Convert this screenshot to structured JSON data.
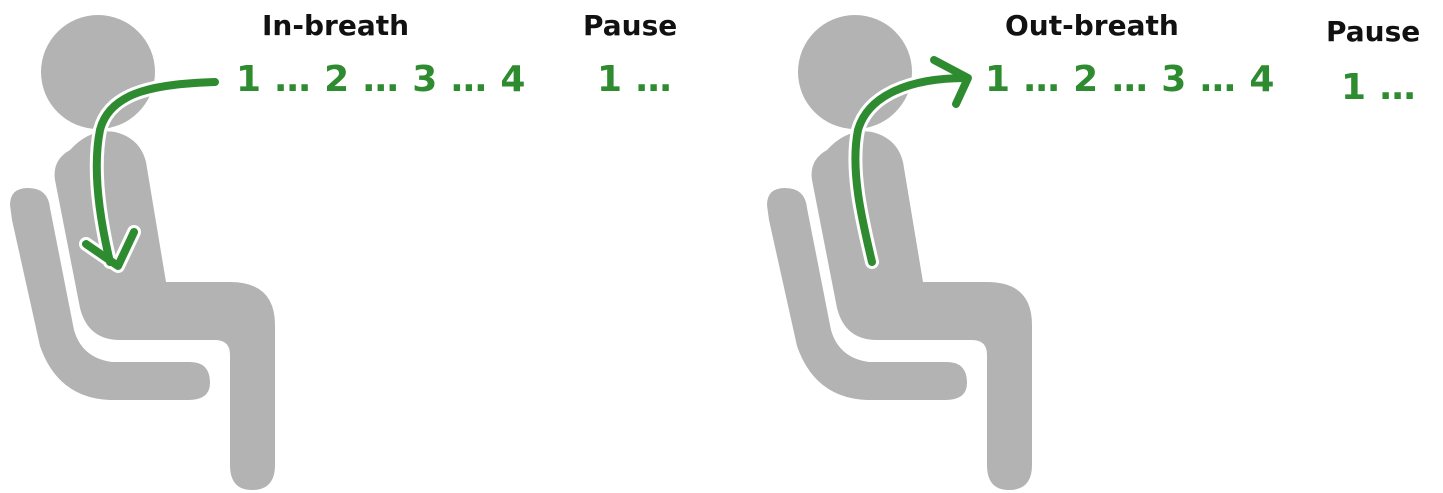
{
  "colors": {
    "figure": "#b3b3b3",
    "arrow": "#2e8b30",
    "heading": "#111111"
  },
  "panels": [
    {
      "heading": "In-breath",
      "count": "1 … 2 … 3 … 4",
      "pause_heading": "Pause",
      "pause_count": "1 …",
      "arrow_direction": "down"
    },
    {
      "heading": "Out-breath",
      "count": "1 … 2 … 3 … 4",
      "pause_heading": "Pause",
      "pause_count": "1 …",
      "arrow_direction": "up"
    }
  ]
}
